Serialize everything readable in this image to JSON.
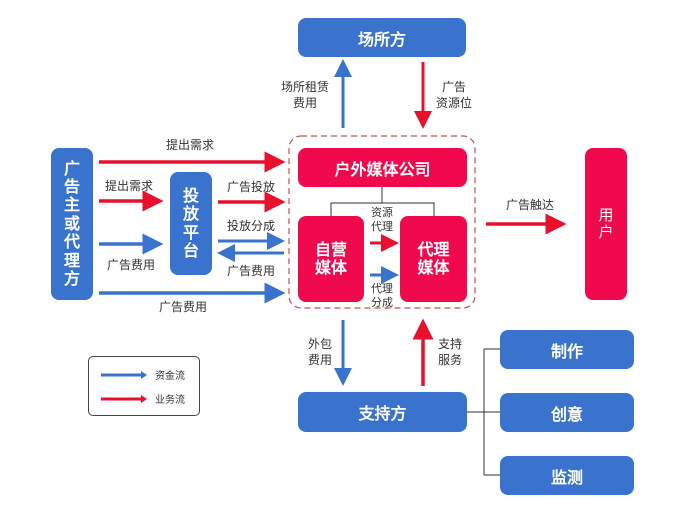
{
  "colors": {
    "money_flow": "#3a73cd",
    "business_flow": "#e8102c",
    "blue_node": "#3a73cd",
    "red_node": "#f0094c",
    "dashed_border": "#c0504d"
  },
  "nodes": {
    "venue": "场所方",
    "advertiser": [
      "广",
      "告",
      "主",
      "或",
      "代",
      "理",
      "方"
    ],
    "platform": [
      "投",
      "放",
      "平",
      "台"
    ],
    "outdoor_company": "户外媒体公司",
    "own_media": [
      "自营",
      "媒体"
    ],
    "agency_media": [
      "代理",
      "媒体"
    ],
    "user": [
      "用",
      "户"
    ],
    "support": "支持方",
    "production": "制作",
    "creative": "创意",
    "monitoring": "监测"
  },
  "edges": {
    "venue_rent": "场所租赁\n费用",
    "ad_resource": "广告\n资源位",
    "demand_top": "提出需求",
    "demand_platform": "提出需求",
    "ad_fee_platform": "广告费用",
    "ad_fee_bottom": "广告费用",
    "ad_placement": "广告投放",
    "placement_share": "投放分成",
    "ad_fee_back": "广告费用",
    "resource_agency": "资源\n代理",
    "agency_share": "代理\n分成",
    "ad_reach": "广告触达",
    "outsource_fee": "外包\n费用",
    "support_service": "支持\n服务"
  },
  "legend": {
    "money": "资金流",
    "business": "业务流"
  }
}
